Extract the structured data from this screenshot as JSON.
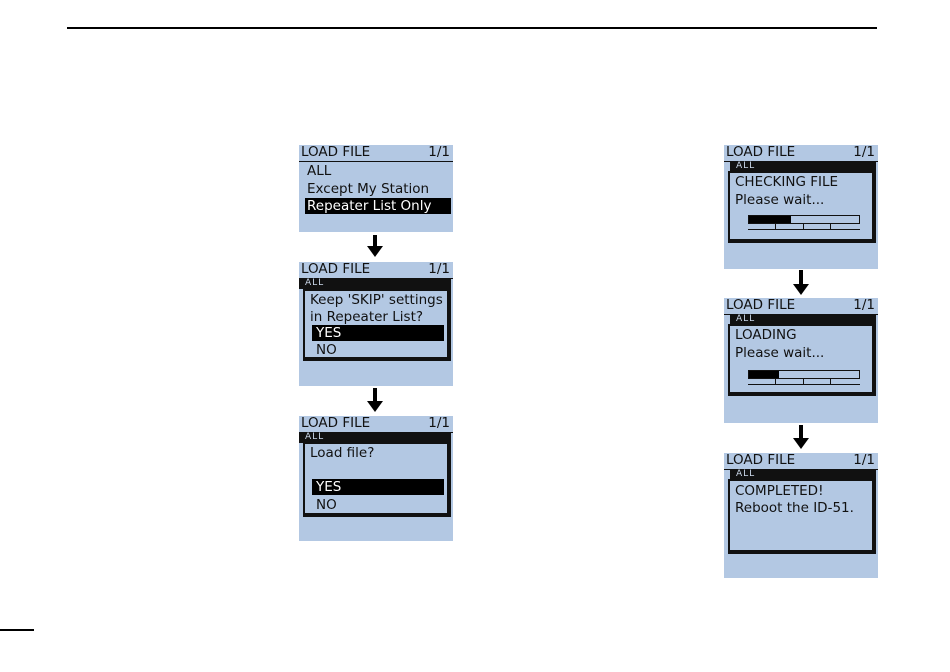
{
  "screens": {
    "s1": {
      "title": "LOAD FILE",
      "page": "1/1",
      "items": [
        "ALL",
        "Except My Station",
        "Repeater List Only"
      ]
    },
    "s2": {
      "title": "LOAD FILE",
      "page": "1/1",
      "peek": "ALL",
      "question_line1": "Keep 'SKIP' settings",
      "question_line2": "in Repeater List?",
      "yes": "YES",
      "no": "NO"
    },
    "s3": {
      "title": "LOAD FILE",
      "page": "1/1",
      "peek": "ALL",
      "question": "Load file?",
      "yes": "YES",
      "no": "NO"
    },
    "s4": {
      "title": "LOAD FILE",
      "page": "1/1",
      "peek": "ALL",
      "status": "CHECKING FILE",
      "wait": "Please wait...",
      "progress": 0.38
    },
    "s5": {
      "title": "LOAD FILE",
      "page": "1/1",
      "peek": "ALL",
      "status": "LOADING",
      "wait": "Please wait...",
      "progress": 0.27
    },
    "s6": {
      "title": "LOAD FILE",
      "page": "1/1",
      "peek": "ALL",
      "line1": "COMPLETED!",
      "line2": "Reboot the ID-51."
    }
  },
  "colors": {
    "lcd_background": "#b3c8e3",
    "highlight": "#000000"
  },
  "icons": [
    "down-arrow-icon"
  ]
}
